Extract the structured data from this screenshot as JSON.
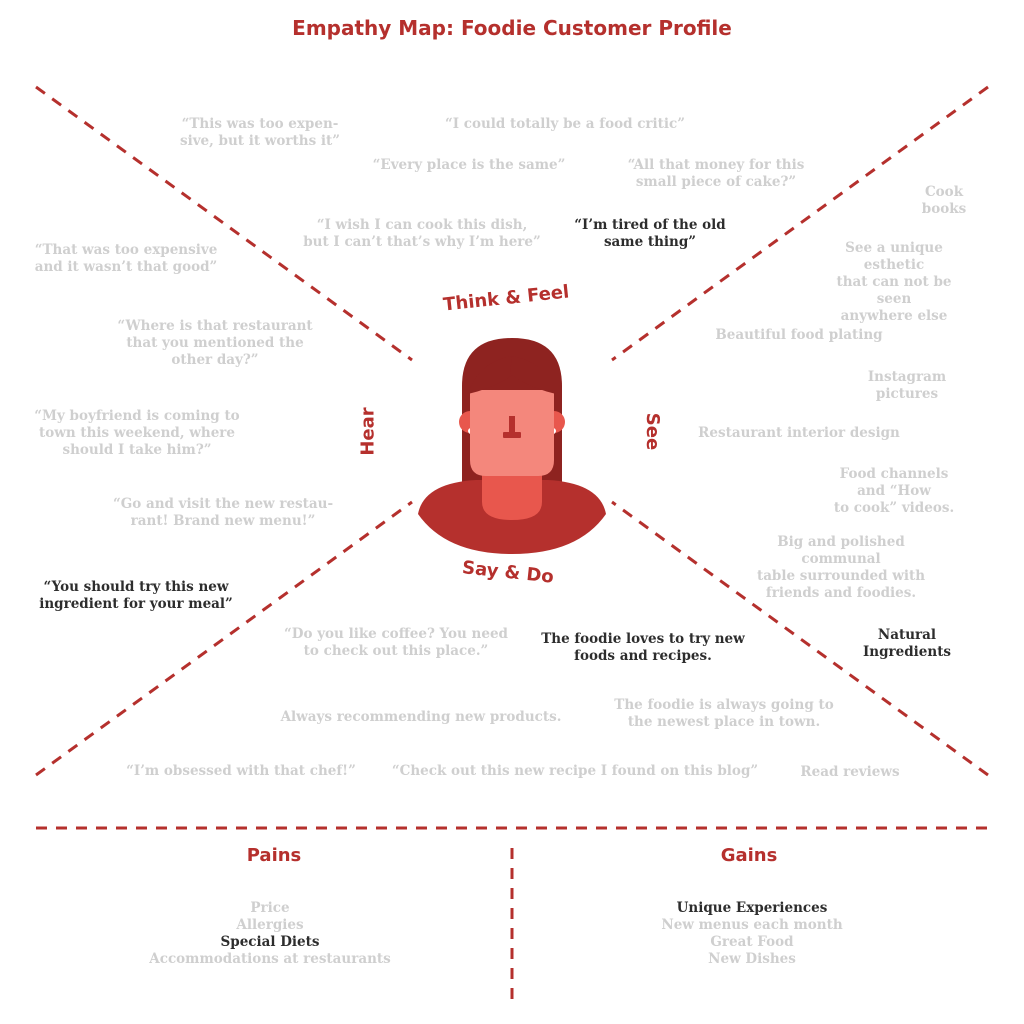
{
  "title": "Empathy Map: Foodie Customer Profile",
  "quadrants": {
    "think_feel": "Think & Feel",
    "hear": "Hear",
    "see": "See",
    "say_do": "Say & Do"
  },
  "notes": [
    {
      "text": "“This was too expen-\nsive, but it worths it”",
      "dark": false
    },
    {
      "text": "“I could totally be a food critic”",
      "dark": false
    },
    {
      "text": "“Every place is the same”",
      "dark": false
    },
    {
      "text": "“All that money for this\nsmall piece of cake?”",
      "dark": false
    },
    {
      "text": "Cook books",
      "dark": false
    },
    {
      "text": "“I wish I can cook this dish,\nbut I can’t that’s why I’m here”",
      "dark": false
    },
    {
      "text": "“I’m tired of the old\nsame thing”",
      "dark": true
    },
    {
      "text": "“That was too expensive\nand it wasn’t that  good”",
      "dark": false
    },
    {
      "text": "See a unique esthetic\nthat can not be seen\nanywhere else",
      "dark": false
    },
    {
      "text": "“Where is that restaurant\nthat you mentioned the\nother day?”",
      "dark": false
    },
    {
      "text": "Beautiful food plating",
      "dark": false
    },
    {
      "text": "Instagram pictures",
      "dark": false
    },
    {
      "text": "“My boyfriend is coming to\ntown this weekend, where\nshould I take him?”",
      "dark": false
    },
    {
      "text": "Restaurant interior design",
      "dark": false
    },
    {
      "text": "Food channels and “How\nto cook” videos.",
      "dark": false
    },
    {
      "text": "“Go and visit the new restau-\nrant! Brand new menu!”",
      "dark": false
    },
    {
      "text": "Big and polished communal\ntable surrounded with\nfriends and foodies.",
      "dark": false
    },
    {
      "text": "“You should try this new\ningredient for your meal”",
      "dark": true
    },
    {
      "text": "Natural Ingredients",
      "dark": true
    },
    {
      "text": "“Do you like coffee? You need\nto check out this place.”",
      "dark": false
    },
    {
      "text": "The foodie loves to try new\nfoods and recipes.",
      "dark": true
    },
    {
      "text": "The foodie is always going to\nthe newest place in town.",
      "dark": false
    },
    {
      "text": "Always recommending new products.",
      "dark": false
    },
    {
      "text": "“I’m obsessed with that chef!”",
      "dark": false
    },
    {
      "text": "“Check out this new recipe I found on this blog”",
      "dark": false
    },
    {
      "text": "Read reviews",
      "dark": false
    }
  ],
  "pains": {
    "heading": "Pains",
    "items": [
      {
        "text": "Price",
        "dark": false
      },
      {
        "text": "Allergies",
        "dark": false
      },
      {
        "text": "Special Diets",
        "dark": true
      },
      {
        "text": "Accommodations at restaurants",
        "dark": false
      }
    ]
  },
  "gains": {
    "heading": "Gains",
    "items": [
      {
        "text": "Unique Experiences",
        "dark": true
      },
      {
        "text": "New menus each month",
        "dark": false
      },
      {
        "text": "Great Food",
        "dark": false
      },
      {
        "text": "New Dishes",
        "dark": false
      }
    ]
  },
  "colors": {
    "accent": "#b5302d",
    "hair": "#8e2320",
    "skin": "#f4877c",
    "neck": "#e8574d",
    "muted_text": "#cfcfcf",
    "dark_text": "#2d2d2d"
  },
  "icons": {
    "avatar": "woman-avatar-icon"
  }
}
